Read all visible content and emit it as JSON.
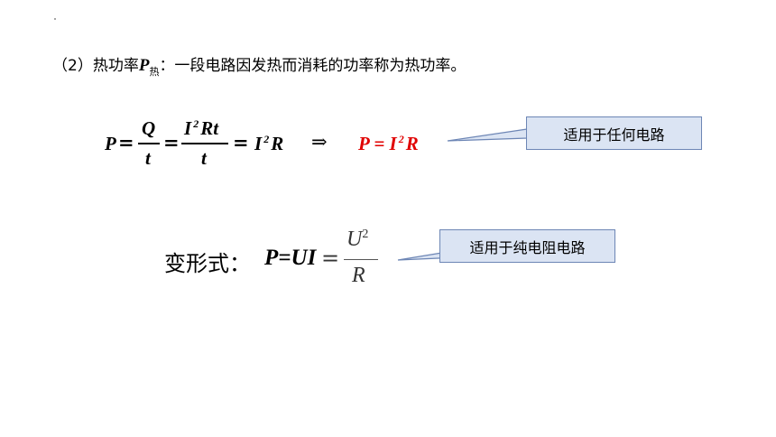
{
  "heading": {
    "prefix": "（2）热功率",
    "p_symbol": "P",
    "subscript": "热",
    "suffix": "：一段电路因发热而消耗的功率称为热功率。"
  },
  "formula1": {
    "p": "P",
    "eq1": "=",
    "frac1_num": "Q",
    "frac1_den": "t",
    "eq2": "=",
    "frac2_num_I": "I",
    "frac2_num_exp": "2",
    "frac2_num_rest": "Rt",
    "frac2_den": "t",
    "eq3": "=",
    "result_I": "I",
    "result_exp": "2",
    "result_R": "R",
    "arrow": "⇒",
    "red_P": "P",
    "red_eq": "=",
    "red_I": "I",
    "red_exp": "2",
    "red_R": "R"
  },
  "callout1": {
    "text": "适用于任何电路"
  },
  "formula2": {
    "label": "变形式：",
    "lhs": "P=UI",
    "eq": "=",
    "frac_num_U": "U",
    "frac_num_exp": "2",
    "frac_den": "R"
  },
  "callout2": {
    "text": "适用于纯电阻电路"
  },
  "colors": {
    "red_formula": "#e00000",
    "callout_fill": "#dbe4f3",
    "callout_border": "#6d86b5"
  }
}
